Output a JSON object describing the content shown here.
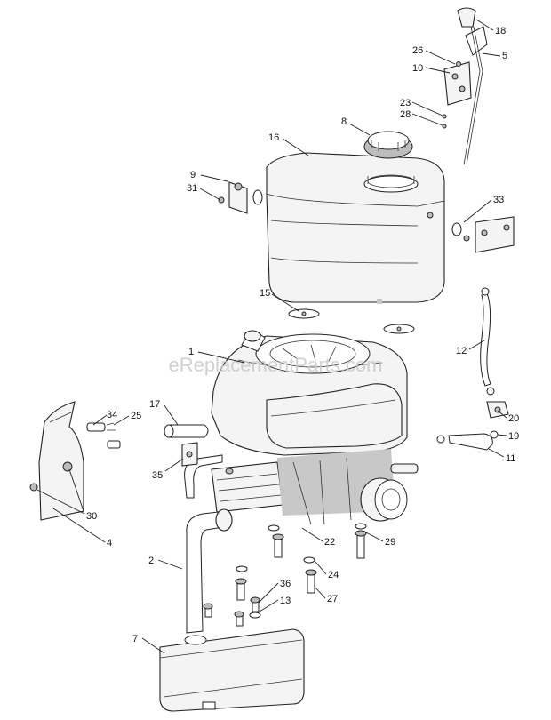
{
  "watermark": "eReplacementParts.com",
  "callouts": {
    "c1": "1",
    "c2": "2",
    "c4": "4",
    "c5": "5",
    "c7": "7",
    "c8": "8",
    "c9": "9",
    "c10": "10",
    "c11": "11",
    "c12": "12",
    "c13": "13",
    "c15": "15",
    "c16": "16",
    "c17": "17",
    "c18": "18",
    "c19": "19",
    "c20": "20",
    "c22": "22",
    "c23": "23",
    "c24": "24",
    "c25": "25",
    "c26": "26",
    "c27": "27",
    "c28": "28",
    "c29": "29",
    "c30": "30",
    "c31": "31",
    "c33": "33",
    "c34": "34",
    "c35": "35",
    "c36": "36"
  }
}
